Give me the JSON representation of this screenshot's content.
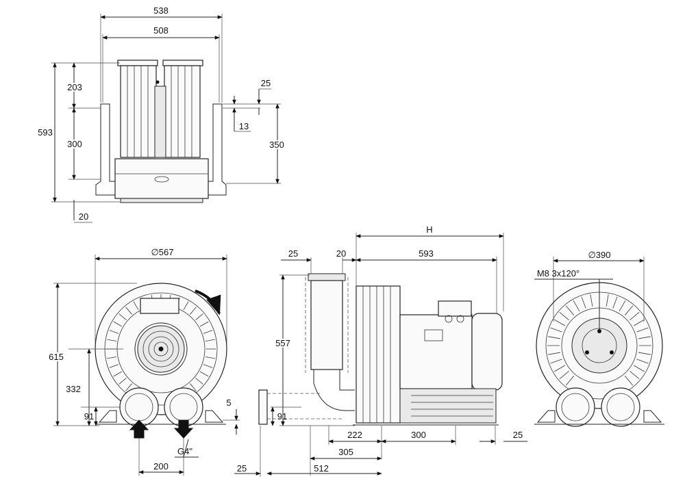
{
  "labels": {
    "top_width_outer": "538",
    "top_width_inner": "508",
    "top_height_total": "593",
    "top_height_upper": "203",
    "top_height_lower": "300",
    "top_base": "20",
    "top_bracket_25": "25",
    "top_bracket_13": "13",
    "top_mount_350": "350",
    "front_diameter": "∅567",
    "front_height": "615",
    "front_axis_height": "332",
    "front_port_height": "91",
    "front_foot_5": "5",
    "front_port_spacing": "200",
    "front_thread": "G4\"",
    "side_H": "H",
    "side_25_top": "25",
    "side_20": "20",
    "side_593": "593",
    "side_557": "557",
    "side_91": "91",
    "side_222": "222",
    "side_300": "300",
    "side_25_right": "25",
    "side_305": "305",
    "side_25_bottom": "25",
    "side_512": "512",
    "rear_diameter": "∅390",
    "rear_bolts": "M8  3x120°"
  },
  "colors": {
    "line": "#222222",
    "fill": "#fafafa",
    "grey": "#e9e9e9",
    "arrow": "#111111"
  },
  "icons": [
    "flow-in-arrow-icon",
    "flow-out-arrow-icon",
    "rotation-arrow-icon"
  ]
}
